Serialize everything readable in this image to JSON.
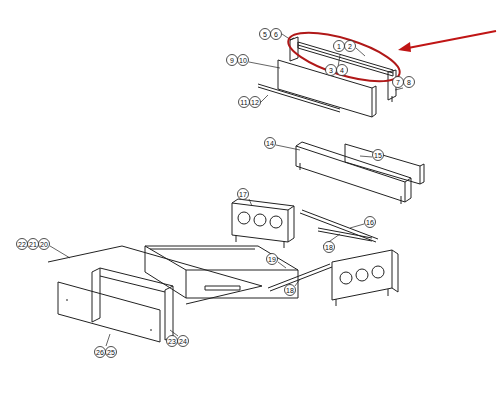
{
  "diagram": {
    "labels": [
      "5",
      "6",
      "1",
      "2",
      "9",
      "10",
      "3",
      "4",
      "7",
      "8",
      "11",
      "12",
      "14",
      "15",
      "17",
      "16",
      "22",
      "21",
      "20",
      "18",
      "19",
      "18",
      "23",
      "24",
      "26",
      "25"
    ]
  }
}
